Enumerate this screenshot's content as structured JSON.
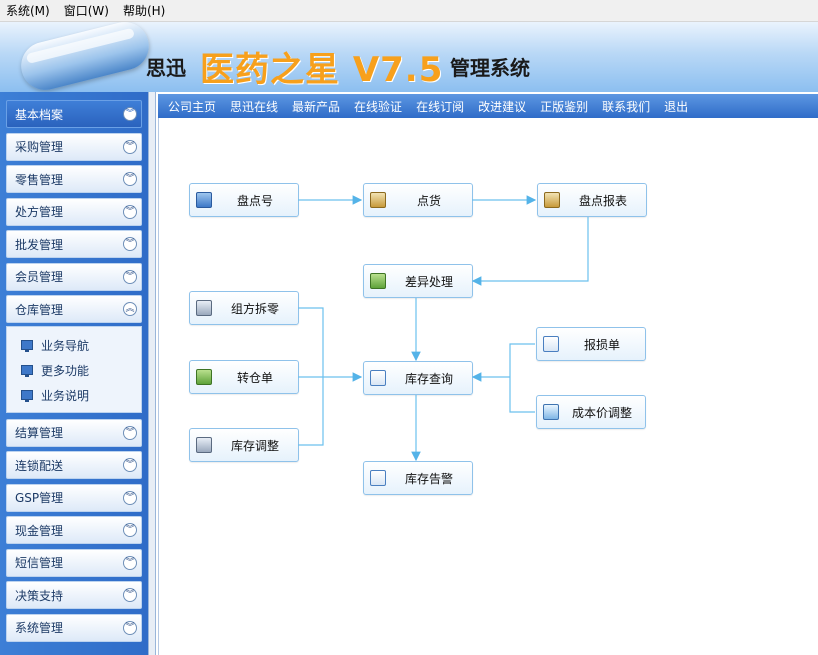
{
  "menubar": [
    "系统(M)",
    "窗口(W)",
    "帮助(H)"
  ],
  "banner": {
    "company": "思迅",
    "product": "医药之星 V7.5",
    "system": "管理系统"
  },
  "sidebar": {
    "items": [
      {
        "label": "基本档案",
        "chevron": "︾"
      },
      {
        "label": "采购管理",
        "chevron": "︾"
      },
      {
        "label": "零售管理",
        "chevron": "︾"
      },
      {
        "label": "处方管理",
        "chevron": "︾"
      },
      {
        "label": "批发管理",
        "chevron": "︾"
      },
      {
        "label": "会员管理",
        "chevron": "︾"
      },
      {
        "label": "仓库管理",
        "chevron": "︽"
      },
      {
        "label": "结算管理",
        "chevron": "︾"
      },
      {
        "label": "连锁配送",
        "chevron": "︾"
      },
      {
        "label": "GSP管理",
        "chevron": "︾"
      },
      {
        "label": "现金管理",
        "chevron": "︾"
      },
      {
        "label": "短信管理",
        "chevron": "︾"
      },
      {
        "label": "决策支持",
        "chevron": "︾"
      },
      {
        "label": "系统管理",
        "chevron": "︾"
      }
    ],
    "sub": [
      "业务导航",
      "更多功能",
      "业务说明"
    ]
  },
  "nav": [
    "公司主页",
    "思迅在线",
    "最新产品",
    "在线验证",
    "在线订阅",
    "改进建议",
    "正版鉴别",
    "联系我们",
    "退出"
  ],
  "flow": {
    "pandianhao": "盘点号",
    "diandhuo": "点货",
    "pandianbaobiao": "盘点报表",
    "chayi": "差异处理",
    "zufang": "组方拆零",
    "zhuancang": "转仓单",
    "kucuntiaozheng": "库存调整",
    "kucunchaxun": "库存查询",
    "baosun": "报损单",
    "chengben": "成本价调整",
    "kucungaojing": "库存告警"
  }
}
